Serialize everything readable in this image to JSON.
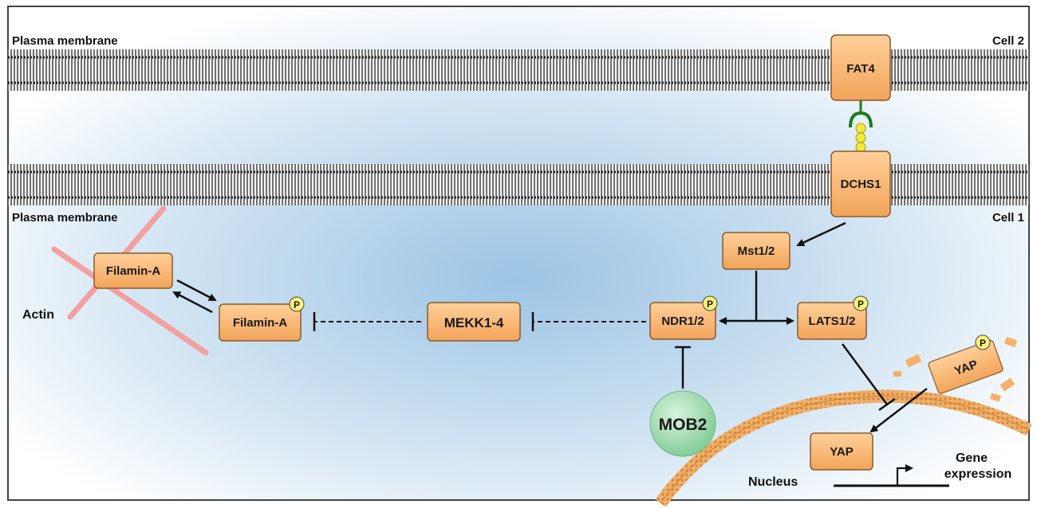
{
  "labels": {
    "plasma_membrane_top": "Plasma membrane",
    "plasma_membrane_bottom": "Plasma membrane",
    "cell2": "Cell 2",
    "cell1": "Cell 1",
    "actin": "Actin",
    "nucleus": "Nucleus",
    "gene_expression_line1": "Gene",
    "gene_expression_line2": "expression"
  },
  "nodes": {
    "fat4": "FAT4",
    "dchs1": "DCHS1",
    "mst": "Mst1/2",
    "filamin_a_actin": "Filamin-A",
    "filamin_a_p": "Filamin-A",
    "mekk": "MEKK1-4",
    "ndr": "NDR1/2",
    "lats": "LATS1/2",
    "mob2": "MOB2",
    "yap_cyto": "YAP",
    "yap_nuc": "YAP"
  },
  "phospho_label": "P",
  "colors": {
    "box_fill": "#f5b06a",
    "box_stroke": "#8a5a2b",
    "phospho_fill": "#fff27a",
    "actin": "#f2a0a0",
    "mob2": "#8fd6a0",
    "membrane": "#555555",
    "nucleus": "#e39a4a"
  }
}
